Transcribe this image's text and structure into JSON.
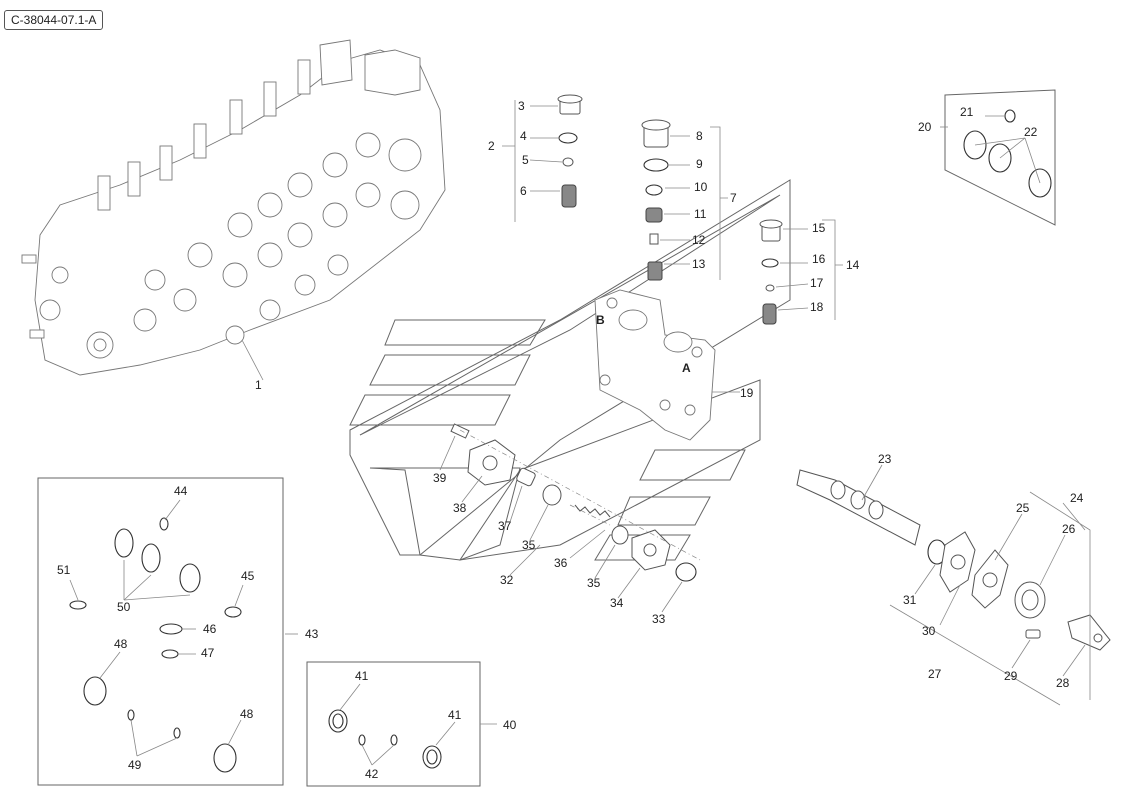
{
  "reference_code": "C-38044-07.1-A",
  "callouts": [
    "1",
    "2",
    "3",
    "4",
    "5",
    "6",
    "7",
    "8",
    "9",
    "10",
    "11",
    "12",
    "13",
    "14",
    "15",
    "16",
    "17",
    "18",
    "19",
    "20",
    "21",
    "22",
    "23",
    "24",
    "25",
    "26",
    "27",
    "28",
    "29",
    "30",
    "31",
    "32",
    "33",
    "34",
    "35",
    "35",
    "36",
    "37",
    "38",
    "39",
    "40",
    "41",
    "41",
    "42",
    "43",
    "44",
    "45",
    "46",
    "47",
    "48",
    "48",
    "49",
    "50",
    "51"
  ],
  "section_letters": [
    "B",
    "A"
  ],
  "colors": {
    "line": "#555555",
    "background": "#ffffff",
    "text": "#222222"
  }
}
